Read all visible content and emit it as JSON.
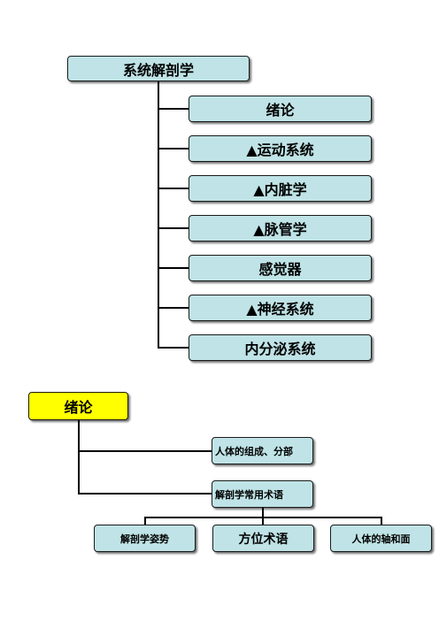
{
  "diagram1": {
    "root": "系统解剖学",
    "children": [
      "绪论",
      "▲运动系统",
      "▲内脏学",
      "▲脉管学",
      "感觉器",
      "▲神经系统",
      "内分泌系统"
    ]
  },
  "diagram2": {
    "root": "绪论",
    "children": [
      "人体的组成、分部",
      "解剖学常用术语"
    ],
    "grandchildren": [
      "解剖学姿势",
      "方位术语",
      "人体的轴和面"
    ]
  },
  "colors": {
    "box_fill": "#bfe3e6",
    "root2_fill": "#ffff00",
    "border": "#1a1a1a"
  }
}
